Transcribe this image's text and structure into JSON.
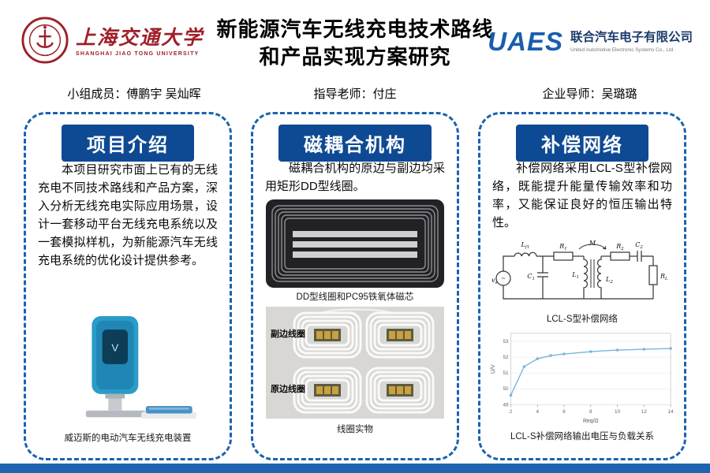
{
  "header": {
    "university": {
      "name_zh": "上海交通大学",
      "name_en": "SHANGHAI JIAO TONG UNIVERSITY"
    },
    "title_line1": "新能源汽车无线充电技术路线",
    "title_line2": "和产品实现方案研究",
    "company": {
      "logo_text": "UAES",
      "name_zh": "联合汽车电子有限公司",
      "name_en": "United Automotive Electronic Systems Co., Ltd."
    }
  },
  "roles": {
    "members": "小组成员：傅鹏宇 吴灿晖",
    "advisor": "指导老师：付庄",
    "mentor": "企业导师：吴璐璐"
  },
  "sections": {
    "intro": {
      "title": "项目介绍",
      "body": "本项目研究市面上已有的无线充电不同技术路线和产品方案，深入分析无线充电实际应用场景，设计一套移动平台无线充电系统以及一套模拟样机，为新能源汽车无线充电系统的优化设计提供参考。",
      "figure_caption": "威迈斯的电动汽车无线充电装置"
    },
    "coupling": {
      "title": "磁耦合机构",
      "body": "磁耦合机构的原边与副边均采用矩形DD型线圈。",
      "figure1_caption": "DD型线圈和PC95铁氧体磁芯",
      "figure2_caption": "线圈实物",
      "label_secondary": "副边线圈",
      "label_primary": "原边线圈"
    },
    "compensation": {
      "title": "补偿网络",
      "body": "补偿网络采用LCL-S型补偿网络，既能提升能量传输效率和功率，又能保证良好的恒压输出特性。",
      "circuit_caption": "LCL-S型补偿网络",
      "chart_caption": "LCL-S补偿网络输出电压与负载关系"
    }
  },
  "circuit": {
    "vs": {
      "m": "v",
      "s": "s"
    },
    "lf1": {
      "m": "L",
      "s": "f1"
    },
    "c1": {
      "m": "C",
      "s": "1"
    },
    "r1": {
      "m": "R",
      "s": "1"
    },
    "l1": {
      "m": "L",
      "s": "1"
    },
    "m": {
      "m": "M",
      "s": ""
    },
    "l2": {
      "m": "L",
      "s": "2"
    },
    "r2": {
      "m": "R",
      "s": "2"
    },
    "c2": {
      "m": "C",
      "s": "2"
    },
    "rl": {
      "m": "R",
      "s": "L"
    }
  },
  "chart_data": {
    "type": "line",
    "title": "",
    "xlabel": "Req/Ω",
    "ylabel": "U/V",
    "x": [
      2,
      3,
      4,
      5,
      6,
      8,
      10,
      12,
      14
    ],
    "series": [
      {
        "name": "输出电压",
        "values": [
          49.6,
          51.4,
          51.9,
          52.1,
          52.2,
          52.35,
          52.45,
          52.5,
          52.55
        ]
      }
    ],
    "xlim": [
      2,
      14
    ],
    "ylim": [
      49,
      53.5
    ],
    "xticks": [
      2,
      4,
      6,
      8,
      10,
      12,
      14
    ],
    "yticks": [
      49,
      50,
      51,
      52,
      53
    ],
    "grid": true,
    "legend": false,
    "line_color": "#7ab4dd"
  }
}
